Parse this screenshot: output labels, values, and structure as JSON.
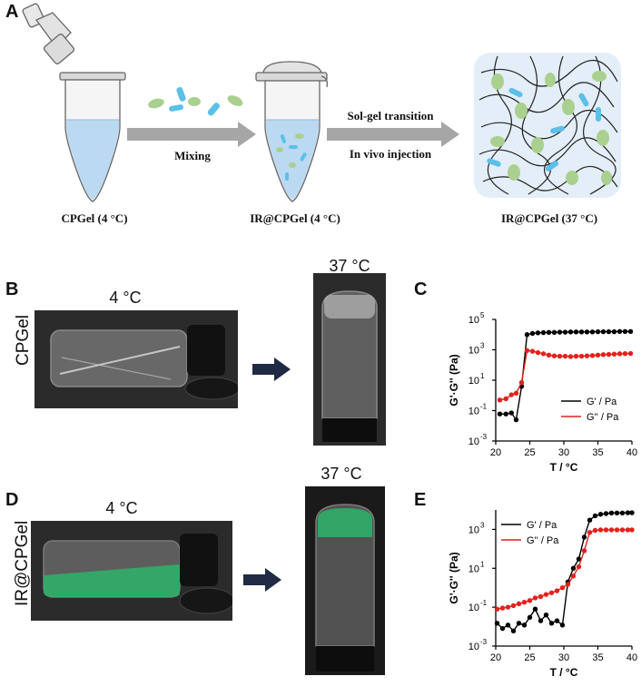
{
  "panels": {
    "A": {
      "letter": "A",
      "tube1_label": "CPGel (4 °C)",
      "mixing_label": "Mixing",
      "tube2_label": "IR@CPGel (4 °C)",
      "arrow2_top": "Sol-gel transition",
      "arrow2_bottom": "In vivo injection",
      "gel_label": "IR@CPGel (37 °C)",
      "colors": {
        "green_particle": "#a9d08e",
        "blue_particle": "#5bc0e8",
        "arrow": "#a6a6a6",
        "liquid": "#bcd9f2"
      }
    },
    "B": {
      "letter": "B",
      "side_label": "CPGel",
      "cold_label": "4 °C",
      "warm_label": "37 °C"
    },
    "D": {
      "letter": "D",
      "side_label": "IR@CPGel",
      "cold_label": "4 °C",
      "warm_label": "37 °C"
    },
    "C": {
      "letter": "C"
    },
    "E": {
      "letter": "E"
    }
  },
  "chart_data": [
    {
      "id": "C",
      "type": "line",
      "xlabel": "T / °C",
      "ylabel": "G'·G'' (Pa)",
      "xlim": [
        20,
        40
      ],
      "ylim": [
        0.001,
        100000
      ],
      "yscale": "log",
      "xticks": [
        20,
        25,
        30,
        35,
        40
      ],
      "yticks": [
        {
          "v": 0.001,
          "base": "10",
          "exp": "-3"
        },
        {
          "v": 0.1,
          "base": "10",
          "exp": "-1"
        },
        {
          "v": 10,
          "base": "10",
          "exp": "1"
        },
        {
          "v": 1000,
          "base": "10",
          "exp": "3"
        },
        {
          "v": 100000,
          "base": "10",
          "exp": "5"
        }
      ],
      "legend_position": "bottom-right",
      "series": [
        {
          "name": "G' / Pa",
          "color": "#000000",
          "x": [
            20.6,
            21.5,
            22.3,
            23.0,
            23.8,
            24.6,
            25.4,
            26.2,
            27.0,
            27.8,
            28.6,
            29.4,
            30.2,
            31.0,
            31.8,
            32.6,
            33.4,
            34.2,
            35.0,
            35.8,
            36.6,
            37.4,
            38.2,
            39.0,
            39.8
          ],
          "y": [
            0.06,
            0.06,
            0.07,
            0.025,
            4,
            10000,
            12000,
            13000,
            13500,
            14000,
            14000,
            14500,
            14500,
            15000,
            15000,
            15000,
            15000,
            15000,
            15500,
            15500,
            15500,
            15500,
            16000,
            16000,
            16000
          ]
        },
        {
          "name": "G'' / Pa",
          "color": "#e3211c",
          "x": [
            20.6,
            21.5,
            22.3,
            23.0,
            23.8,
            24.6,
            25.4,
            26.2,
            27.0,
            27.8,
            28.6,
            29.4,
            30.2,
            31.0,
            31.8,
            32.6,
            33.4,
            34.2,
            35.0,
            35.8,
            36.6,
            37.4,
            38.2,
            39.0,
            39.8
          ],
          "y": [
            0.5,
            0.6,
            1.1,
            1.4,
            7,
            900,
            800,
            650,
            550,
            450,
            400,
            380,
            380,
            360,
            380,
            380,
            400,
            420,
            450,
            480,
            500,
            520,
            550,
            560,
            570
          ]
        }
      ]
    },
    {
      "id": "E",
      "type": "line",
      "xlabel": "T / °C",
      "ylabel": "G'·G'' (Pa)",
      "xlim": [
        20,
        40
      ],
      "ylim": [
        0.001,
        10000
      ],
      "yscale": "log",
      "xticks": [
        20,
        25,
        30,
        35,
        40
      ],
      "yticks": [
        {
          "v": 0.001,
          "base": "10",
          "exp": "-3"
        },
        {
          "v": 0.1,
          "base": "10",
          "exp": "-1"
        },
        {
          "v": 10,
          "base": "10",
          "exp": "1"
        },
        {
          "v": 1000,
          "base": "10",
          "exp": "3"
        }
      ],
      "legend_position": "top-left",
      "series": [
        {
          "name": "G' / Pa",
          "color": "#000000",
          "x": [
            20.2,
            21.0,
            21.8,
            22.6,
            23.4,
            24.2,
            25.0,
            25.8,
            26.6,
            27.4,
            28.2,
            29.0,
            29.8,
            30.6,
            31.4,
            32.2,
            33.0,
            33.8,
            34.6,
            35.4,
            36.2,
            37.0,
            37.8,
            38.6,
            39.4,
            40.0
          ],
          "y": [
            0.015,
            0.008,
            0.012,
            0.006,
            0.015,
            0.012,
            0.03,
            0.08,
            0.02,
            0.04,
            0.015,
            0.02,
            0.012,
            2,
            10,
            30,
            400,
            3000,
            5000,
            6000,
            6500,
            7000,
            7000,
            7000,
            7200,
            7200
          ]
        },
        {
          "name": "G'' / Pa",
          "color": "#e3211c",
          "x": [
            20.2,
            21.0,
            21.8,
            22.6,
            23.4,
            24.2,
            25.0,
            25.8,
            26.6,
            27.4,
            28.2,
            29.0,
            29.8,
            30.6,
            31.4,
            32.2,
            33.0,
            33.8,
            34.6,
            35.4,
            36.2,
            37.0,
            37.8,
            38.6,
            39.4,
            40.0
          ],
          "y": [
            0.08,
            0.09,
            0.1,
            0.12,
            0.15,
            0.18,
            0.22,
            0.3,
            0.35,
            0.45,
            0.55,
            0.7,
            1,
            1.5,
            4,
            12,
            80,
            700,
            900,
            950,
            950,
            950,
            950,
            950,
            950,
            950
          ]
        }
      ]
    }
  ]
}
